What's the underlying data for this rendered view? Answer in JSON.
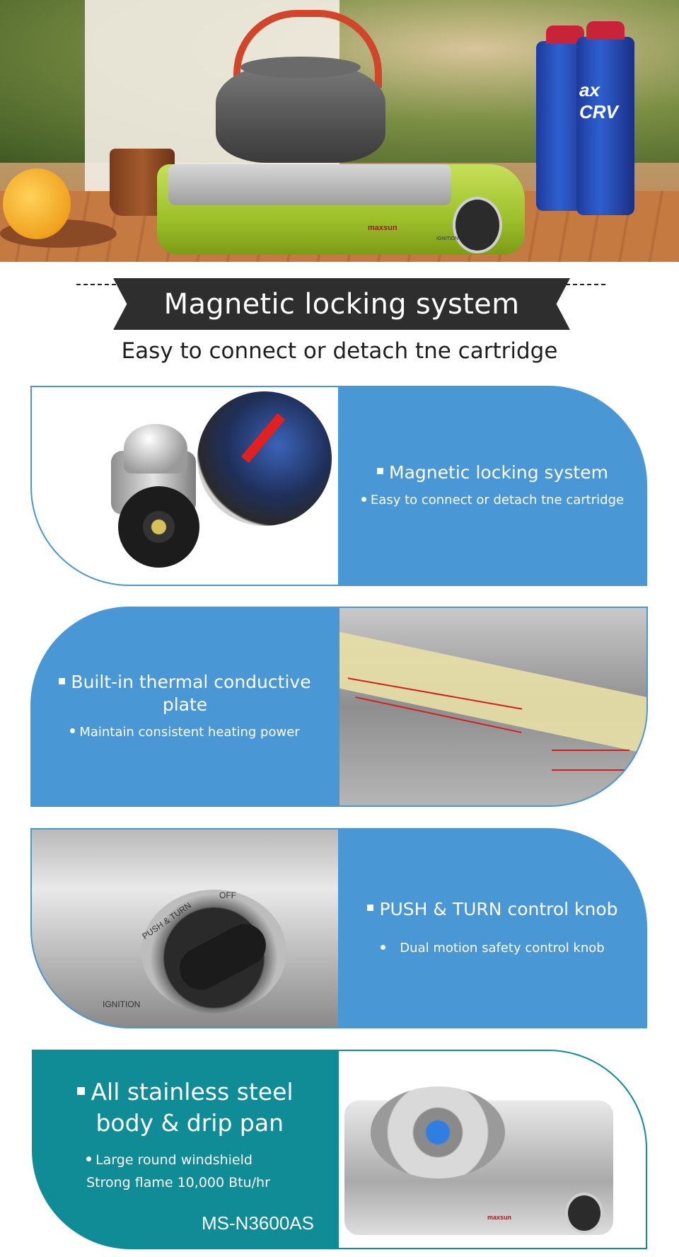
{
  "hero": {
    "brand": "maxsun",
    "ignition": "IGNITION",
    "can_label": "ax CRV"
  },
  "banner": {
    "title": "Magnetic locking system"
  },
  "subtitle": "Easy to connect or detach tne cartridge",
  "features": [
    {
      "headline": "Magnetic locking system",
      "details": [
        "Easy to connect or detach tne cartridge"
      ]
    },
    {
      "headline": "Built-in thermal conductive plate",
      "details": [
        "Maintain consistent heating power"
      ]
    },
    {
      "headline": "PUSH & TURN control knob",
      "details": [
        "Dual motion safety control knob"
      ],
      "photo_labels": {
        "push_turn": "PUSH & TURN",
        "off": "OFF",
        "ignition": "IGNITION"
      }
    },
    {
      "headline_line1": "All stainless steel",
      "headline_line2": "body & drip pan",
      "detail_line1": "Large round windshield",
      "detail_line2": "Strong flame 10,000 Btu/hr",
      "model": "MS-N3600AS",
      "brand": "maxsun"
    }
  ],
  "colors": {
    "panel_blue": "#4a97d6",
    "panel_teal": "#0f8c96",
    "banner_dark": "#2e2e2e",
    "arrow_red": "#d22020"
  },
  "icons": [
    "square-bullet-icon",
    "dot-bullet-icon",
    "red-arrow-icon"
  ]
}
